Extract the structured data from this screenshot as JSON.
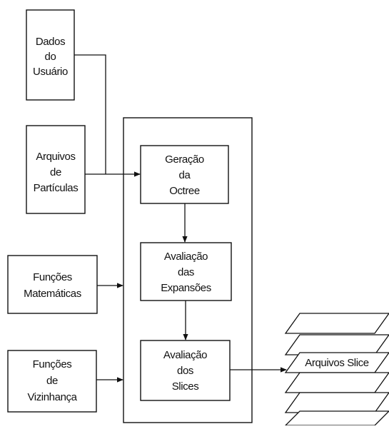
{
  "nodes": {
    "dados_usuario": [
      "Dados",
      "do",
      "Usuário"
    ],
    "arquivos_particulas": [
      "Arquivos",
      "de",
      "Partículas"
    ],
    "funcoes_matematicas": [
      "Funções",
      "Matemáticas"
    ],
    "funcoes_vizinhanca": [
      "Funções",
      "de",
      "Vizinhança"
    ],
    "geracao_octree": [
      "Geração",
      "da",
      "Octree"
    ],
    "avaliacao_expansoes": [
      "Avaliação",
      "das",
      "Expansões"
    ],
    "avaliacao_slices": [
      "Avaliação",
      "dos",
      "Slices"
    ],
    "arquivos_slice": "Arquivos Slice"
  },
  "colors": {
    "stroke": "#111111",
    "background": "#ffffff"
  }
}
